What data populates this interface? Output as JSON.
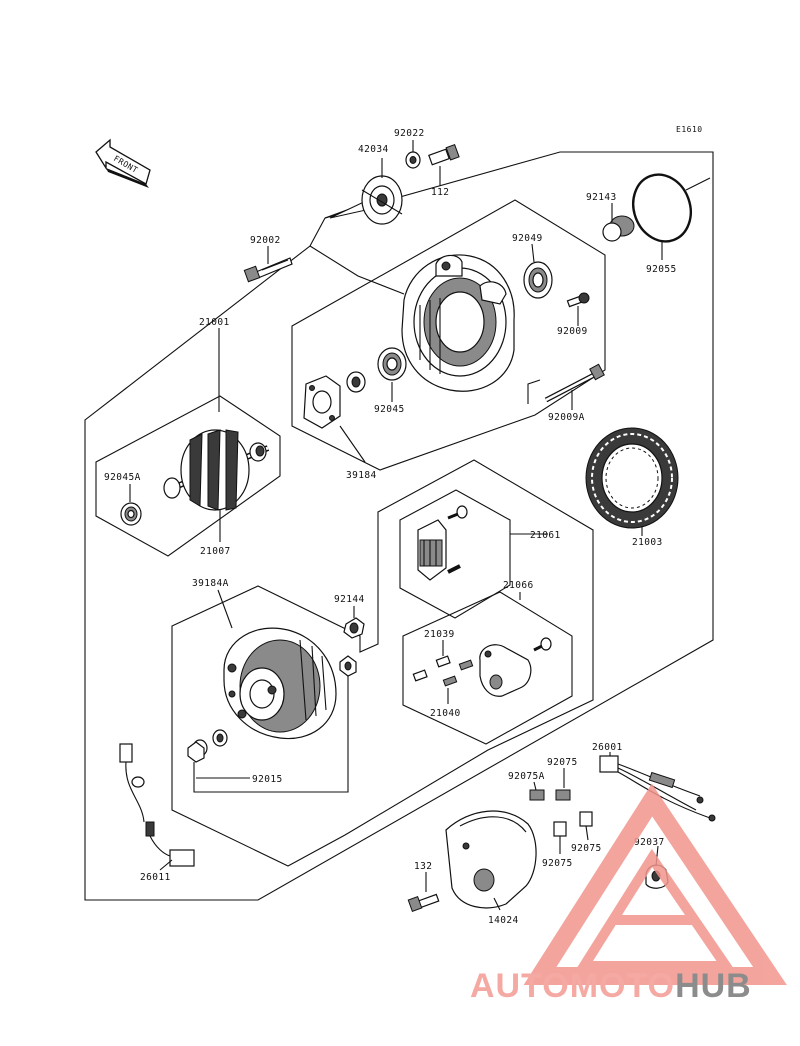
{
  "diagram_code": "E1610",
  "front_label": "FRONT",
  "watermark": {
    "part1": "AUTOMOTO",
    "part2": "HUB",
    "color1": "#f5a9a3",
    "color2": "#8c8c8c",
    "triangle_color": "#f2958d"
  },
  "parts": {
    "p42034": "42034",
    "p92022": "92022",
    "p112": "112",
    "p92143": "92143",
    "p92055": "92055",
    "p92002": "92002",
    "p92049": "92049",
    "p92009": "92009",
    "p21001": "21001",
    "p92045": "92045",
    "p92009A": "92009A",
    "p39184": "39184",
    "p92045A": "92045A",
    "p21007": "21007",
    "p21061": "21061",
    "p21003": "21003",
    "p39184A": "39184A",
    "p92144": "92144",
    "p21066": "21066",
    "p21039": "21039",
    "p21040": "21040",
    "p92015": "92015",
    "p92075a": "92075",
    "p92075A": "92075A",
    "p26001": "26001",
    "p92075b": "92075",
    "p92037": "92037",
    "p92075c": "92075",
    "p26011": "26011",
    "p132": "132",
    "p14024": "14024"
  }
}
